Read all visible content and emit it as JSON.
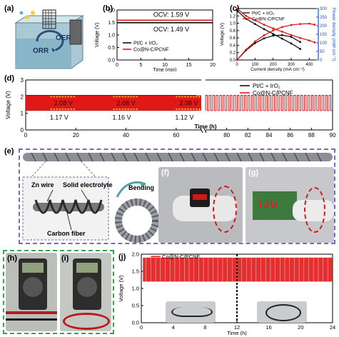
{
  "panel_labels": [
    "(a)",
    "(b)",
    "(c)",
    "(d)",
    "(e)",
    "(f)",
    "(g)",
    "(h)",
    "(i)",
    "(j)"
  ],
  "panel_a": {
    "labels": [
      "OER",
      "ORR"
    ]
  },
  "panel_e": {
    "labels": [
      "Zn wire",
      "Solid electrolyte",
      "Carbon fiber",
      "Bending"
    ]
  },
  "panel_g": {
    "labels": [
      "TJU"
    ]
  },
  "colors": {
    "red": "#e01818",
    "black": "#111111",
    "green": "#2ea84a",
    "purple": "#7b6bb5",
    "photo_bg": "#d6d8da"
  },
  "chart_data": [
    {
      "id": "b",
      "type": "line",
      "xlabel": "Time (min)",
      "ylabel": "Voltage (V)",
      "xlim": [
        0,
        20
      ],
      "ylim": [
        0.0,
        2.0
      ],
      "xticks": [
        "0",
        "5",
        "10",
        "15",
        "20"
      ],
      "yticks": [
        "0.0",
        "0.5",
        "1.0",
        "1.5",
        "2.0"
      ],
      "annotations": [
        "OCV: 1.59 V",
        "OCV: 1.49 V"
      ],
      "series": [
        {
          "name": "Pt/C + IrO₂",
          "color": "#111111",
          "x": [
            0,
            20
          ],
          "y": [
            1.49,
            1.49
          ]
        },
        {
          "name": "Co@N-C/PCNF",
          "color": "#e01818",
          "x": [
            0,
            20
          ],
          "y": [
            1.59,
            1.59
          ]
        }
      ]
    },
    {
      "id": "c",
      "type": "line",
      "xlabel": "Current density (mA cm⁻²)",
      "ylabel": "Voltage (V)",
      "y2label": "Power density (mW cm⁻²)",
      "xlim": [
        0,
        450
      ],
      "ylim": [
        0.0,
        1.4
      ],
      "y2lim": [
        0,
        300
      ],
      "xticks": [
        "0",
        "100",
        "200",
        "300",
        "400"
      ],
      "yticks": [
        "0.0",
        "0.2",
        "0.4",
        "0.6",
        "0.8",
        "1.0",
        "1.2"
      ],
      "y2ticks": [
        "0",
        "50",
        "100",
        "150",
        "200",
        "250",
        "300"
      ],
      "series": [
        {
          "name": "Pt/C + IrO₂",
          "color": "#111111",
          "axis": "left",
          "x": [
            0,
            50,
            100,
            150,
            200,
            250,
            300,
            350
          ],
          "y": [
            1.35,
            1.12,
            0.98,
            0.84,
            0.71,
            0.58,
            0.45,
            0.3
          ]
        },
        {
          "name": "Co@N-C/PCNF",
          "color": "#e01818",
          "axis": "left",
          "x": [
            0,
            50,
            100,
            150,
            200,
            250,
            300,
            350,
            400,
            430
          ],
          "y": [
            1.4,
            1.2,
            1.08,
            0.96,
            0.86,
            0.77,
            0.68,
            0.6,
            0.53,
            0.48
          ]
        },
        {
          "name": "Pt/C + IrO₂",
          "color": "#111111",
          "axis": "right",
          "x": [
            0,
            50,
            100,
            150,
            200,
            250,
            300,
            350
          ],
          "y": [
            0,
            56,
            98,
            126,
            142,
            145,
            135,
            105
          ]
        },
        {
          "name": "Co@N-C/PCNF",
          "color": "#e01818",
          "axis": "right",
          "x": [
            0,
            50,
            100,
            150,
            200,
            250,
            300,
            350,
            400,
            430
          ],
          "y": [
            0,
            60,
            108,
            144,
            172,
            192,
            204,
            210,
            212,
            206
          ]
        }
      ]
    },
    {
      "id": "d",
      "type": "line",
      "xlabel": "Time (h)",
      "ylabel": "Voltage (V)",
      "xlim": [
        0,
        90
      ],
      "ylim": [
        0,
        3
      ],
      "xticks": [
        "0",
        "20",
        "40",
        "60",
        "80",
        "82",
        "84",
        "86",
        "88",
        "90"
      ],
      "yticks": [
        "0",
        "1",
        "2",
        "3"
      ],
      "annotations": [
        "2.08 V",
        "2.08 V",
        "2.08 V",
        "1.17 V",
        "1.16 V",
        "1.12 V"
      ],
      "series": [
        {
          "name": "Pt/C + IrO₂",
          "color": "#111111",
          "charge": 2.1,
          "discharge": 1.15
        },
        {
          "name": "Co@N-C/PCNF",
          "color": "#e01818",
          "charge": 2.08,
          "discharge": 1.16
        }
      ]
    },
    {
      "id": "j",
      "type": "line",
      "xlabel": "Time (h)",
      "ylabel": "Voltage (V)",
      "xlim": [
        0,
        24
      ],
      "ylim": [
        0.0,
        2.0
      ],
      "xticks": [
        "0",
        "4",
        "8",
        "12",
        "16",
        "20",
        "24"
      ],
      "yticks": [
        "0.0",
        "0.5",
        "1.0",
        "1.5",
        "2.0"
      ],
      "series": [
        {
          "name": "Co@N-C/PCNF",
          "color": "#e01818",
          "charge": 1.9,
          "discharge": 1.2
        }
      ]
    }
  ]
}
